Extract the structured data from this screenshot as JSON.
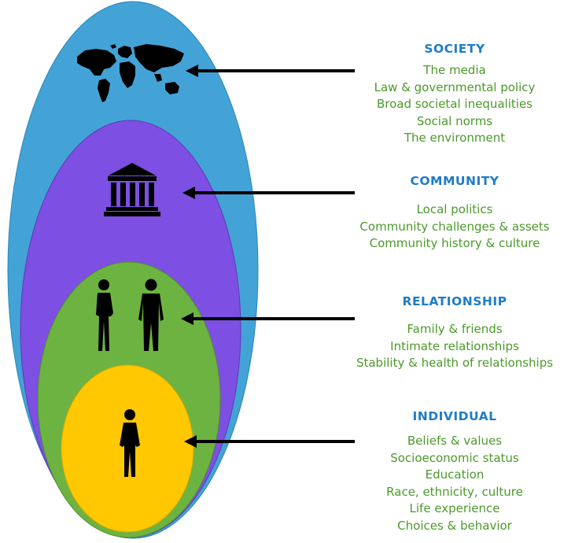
{
  "colors": {
    "society": "#43A3D6",
    "community": "#7D4FE2",
    "relationship": "#6DB342",
    "individual": "#FFC800",
    "title_text": "#1F7CC8",
    "item_text": "#4C9A2A",
    "arrow": "#000000"
  },
  "levels": [
    {
      "key": "society",
      "icon": "world-map-icon",
      "title": "SOCIETY",
      "items": [
        "The media",
        "Law & governmental policy",
        "Broad societal inequalities",
        "Social norms",
        "The environment"
      ]
    },
    {
      "key": "community",
      "icon": "government-building-icon",
      "title": "COMMUNITY",
      "items": [
        "Local politics",
        "Community challenges & assets",
        "Community history & culture"
      ]
    },
    {
      "key": "relationship",
      "icon": "two-people-icon",
      "title": "RELATIONSHIP",
      "items": [
        "Family & friends",
        "Intimate relationships",
        "Stability & health of relationships"
      ]
    },
    {
      "key": "individual",
      "icon": "person-icon",
      "title": "INDIVIDUAL",
      "items": [
        "Beliefs & values",
        "Socioeconomic status",
        "Education",
        "Race, ethnicity, culture",
        "Life experience",
        "Choices & behavior"
      ]
    }
  ]
}
